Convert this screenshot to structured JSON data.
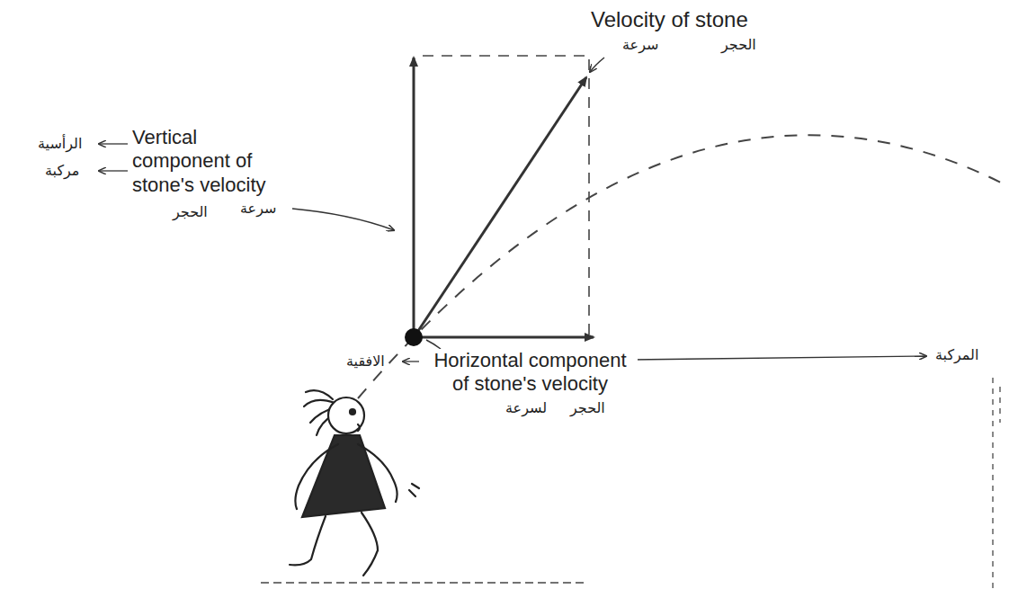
{
  "diagram": {
    "labels": [
      "Velocity of stone",
      "سرعة",
      "الحجر",
      "Vertical component of stone's velocity",
      "الرأسية",
      "مركبة",
      "سرعة",
      "الحجر",
      "Horizontal component of stone's velocity",
      "الافقية",
      "المركبة",
      "لسرعة",
      "الحجر"
    ]
  }
}
